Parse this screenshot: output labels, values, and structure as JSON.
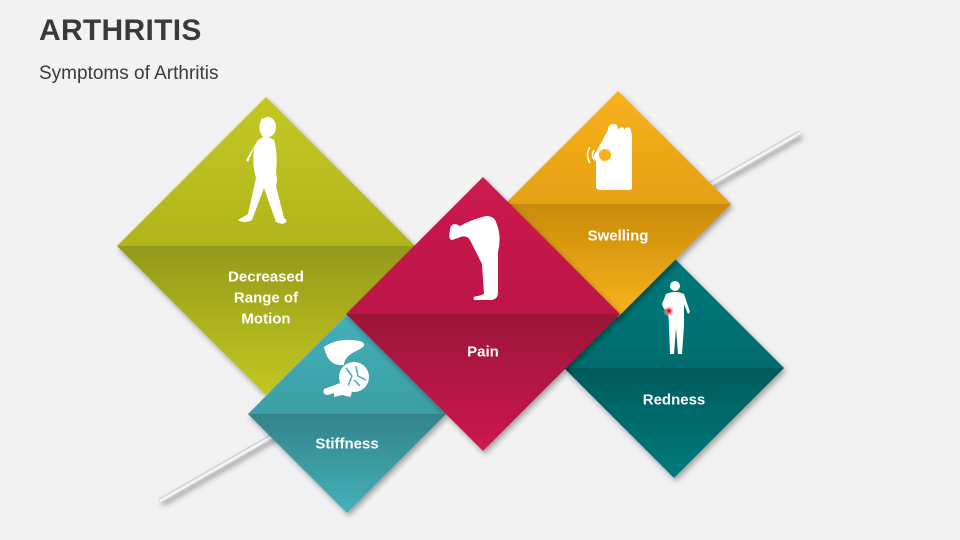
{
  "header": {
    "title": "ARTHRITIS",
    "subtitle": "Symptoms of Arthritis"
  },
  "symptoms": [
    {
      "id": "decreased-range-of-motion",
      "label": "Decreased\nRange of\nMotion",
      "icon": "walking-woman-icon",
      "color": "#c2c623",
      "band_color": "#949a1a"
    },
    {
      "id": "stiffness",
      "label": "Stiffness",
      "icon": "knee-joint-icon",
      "color": "#43b0b8",
      "band_color": "#348389"
    },
    {
      "id": "pain",
      "label": "Pain",
      "icon": "bent-over-man-icon",
      "color": "#cc1a4e",
      "band_color": "#9c1238"
    },
    {
      "id": "swelling",
      "label": "Swelling",
      "icon": "swollen-hand-icon",
      "color": "#f7b11d",
      "band_color": "#c98b09"
    },
    {
      "id": "redness",
      "label": "Redness",
      "icon": "man-red-spot-icon",
      "color": "#04797a",
      "band_color": "#035c5d"
    }
  ],
  "colors": {
    "background": "#f2f2f2",
    "title_text": "#3a3a3a",
    "accent_red_spot": "#e8203a"
  }
}
